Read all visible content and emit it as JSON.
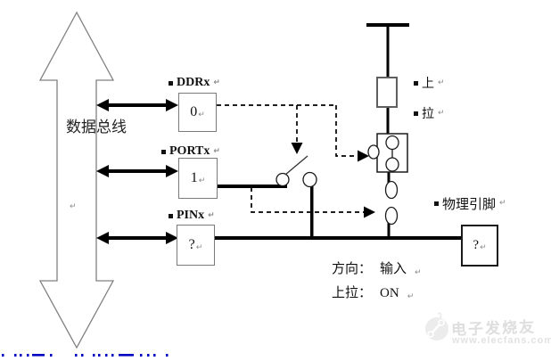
{
  "bus": {
    "label": "数据总线"
  },
  "registers": [
    {
      "name": "DDRx",
      "value": "0"
    },
    {
      "name": "PORTx",
      "value": "1"
    },
    {
      "name": "PINx",
      "value": "?"
    }
  ],
  "pullup": {
    "chars": [
      "上",
      "拉"
    ]
  },
  "pin": {
    "label": "物理引脚",
    "value": "?"
  },
  "status": [
    {
      "label": "方向：",
      "value": "输入"
    },
    {
      "label": "上拉：",
      "value": "ON"
    }
  ],
  "marks": {
    "paragraph_return": "↵"
  },
  "watermark": {
    "brand": "电子发烧友",
    "url": "www.elecfans.com"
  },
  "colors": {
    "line": "#000000",
    "box_border": "#7a7a7a",
    "bus_outline": "#808080",
    "link_fragment": "#0000c0",
    "watermark_text": "#dedede"
  }
}
